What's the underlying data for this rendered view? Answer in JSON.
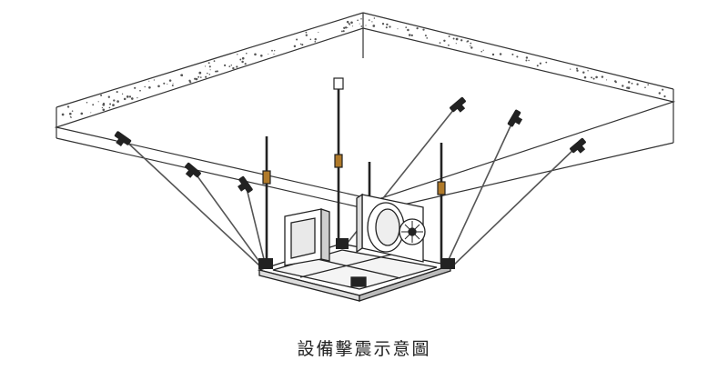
{
  "caption": "設備擊震示意圖",
  "colors": {
    "line": "#333333",
    "brace": "#555555",
    "accent": "#c8c8c8",
    "clamp": "#222222",
    "paint": "#b07a2a"
  },
  "icons": {
    "ceiling": "concrete-slab",
    "braces": "seismic-brace-rods",
    "hangers": "threaded-hanger-rods",
    "unit": "suspended-equipment-frame",
    "fan": "fan-icon",
    "duct": "round-duct-opening"
  }
}
